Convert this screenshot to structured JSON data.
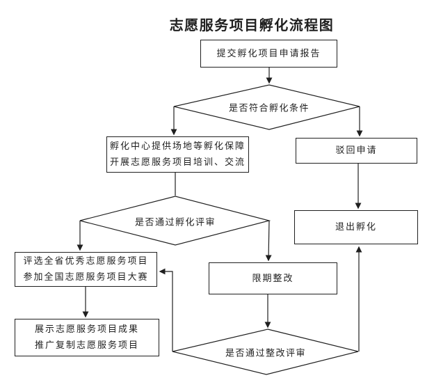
{
  "title": "志愿服务项目孵化流程图",
  "flowchart": {
    "line_color": "#1f1f1f",
    "nodes": {
      "submit": {
        "label": "提交孵化项目申请报告"
      },
      "condition_check": {
        "label": "是否符合孵化条件"
      },
      "support": {
        "line1": "孵化中心提供场地等孵化保障",
        "line2": "开展志愿服务项目培训、交流"
      },
      "reject": {
        "label": "驳回申请"
      },
      "incubation_review": {
        "label": "是否通过孵化评审"
      },
      "exit_incubation": {
        "label": "退出孵化"
      },
      "select_projects": {
        "line1": "评选全省优秀志愿服务项目",
        "line2": "参加全国志愿服务项目大赛"
      },
      "rectify": {
        "label": "限期整改"
      },
      "showcase": {
        "line1": "展示志愿服务项目成果",
        "line2": "推广复制志愿服务项目"
      },
      "rectify_review": {
        "label": "是否通过整改评审"
      }
    }
  }
}
